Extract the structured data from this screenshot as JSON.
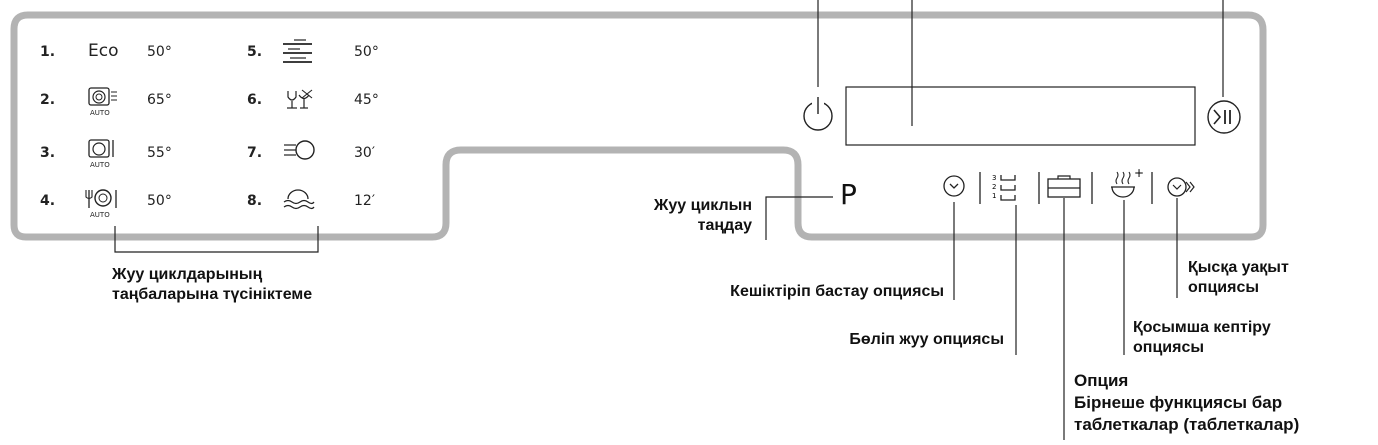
{
  "programs": [
    {
      "number": "1.",
      "label": "Eco",
      "value": "50°",
      "icon": "eco-text"
    },
    {
      "number": "2.",
      "value": "65°",
      "icon": "auto-intensive-icon",
      "sub": "AUTO"
    },
    {
      "number": "3.",
      "value": "55°",
      "icon": "auto-normal-icon",
      "sub": "AUTO"
    },
    {
      "number": "4.",
      "value": "50°",
      "icon": "auto-dinnerware-icon",
      "sub": "AUTO"
    },
    {
      "number": "5.",
      "value": "50°",
      "icon": "racks-icon"
    },
    {
      "number": "6.",
      "value": "45°",
      "icon": "glass-icon"
    },
    {
      "number": "7.",
      "value": "30′",
      "icon": "quick-wash-icon"
    },
    {
      "number": "8.",
      "value": "12′",
      "icon": "rinse-icon"
    }
  ],
  "controls": {
    "program_symbol": "P"
  },
  "callouts": {
    "select_program": "Жуу циклын\nтаңдау",
    "legend": "Жуу циклдарының\nтаңбаларына түсініктеме",
    "delay_start": "Кешіктіріп бастау опциясы",
    "half_load": "Бөліп жуу опциясы",
    "short_time": "Қысқа уақыт\nопциясы",
    "extra_dry": "Қосымша кептіру\nопциясы",
    "multitab": "Опция\nБірнеше функциясы бар\nтаблеткалар (таблеткалар)"
  },
  "colors": {
    "panel_border": "#b3b3b3",
    "line": "#222222"
  }
}
